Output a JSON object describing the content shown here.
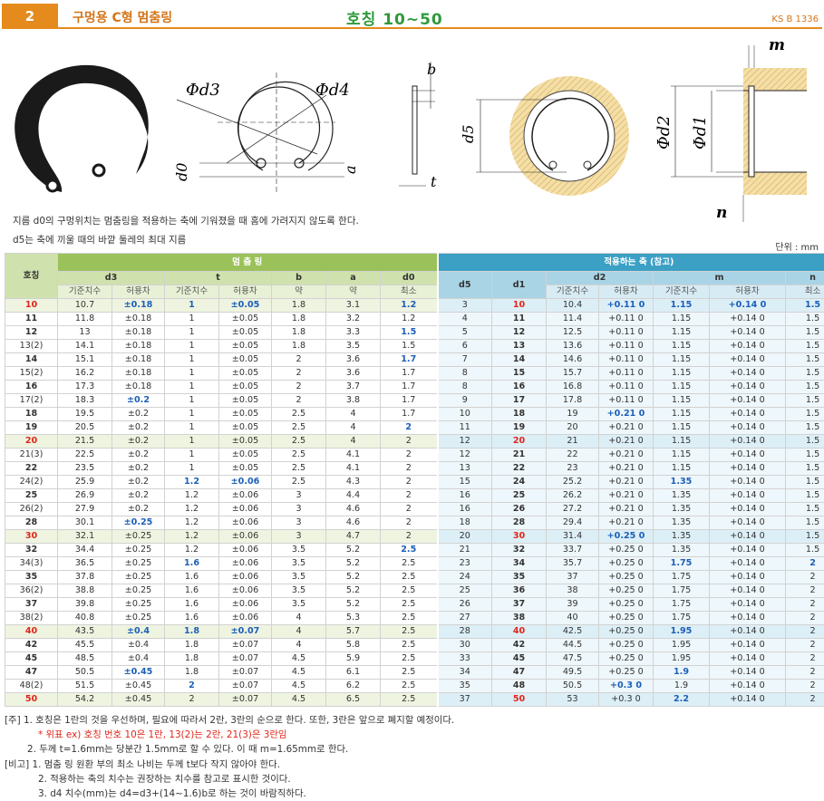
{
  "header": {
    "number": "2",
    "title": "구멍용 C형 멈춤링",
    "subtitle": "호칭 10~50",
    "standard": "KS B 1336"
  },
  "figure_labels": {
    "d3": "Φd3",
    "d4": "Φd4",
    "d0": "d0",
    "a": "a",
    "b": "b",
    "t": "t",
    "d5": "d5",
    "d2": "Φd2",
    "d1": "Φd1",
    "m": "m",
    "n": "n"
  },
  "captions": [
    "지름 d0의 구멍위치는 멈춤링을 적용하는 축에 기워졌을 때 홈에 가려지지 않도록 한다.",
    "d5는 축에 끼울 때의 바깥 둘레의 최대 지름"
  ],
  "unit": "단위 : mm",
  "table": {
    "h_nominal": "호칭",
    "h_ring": "멈 춤 링",
    "h_shaft": "적용하는 축 (참고)",
    "h_d3": "d3",
    "h_t": "t",
    "h_b": "b",
    "h_a": "a",
    "h_d0": "d0",
    "h_d5": "d5",
    "h_d1": "d1",
    "h_d2": "d2",
    "h_m": "m",
    "h_n": "n",
    "s_base": "기준치수",
    "s_tol": "허용차",
    "s_approx": "약",
    "s_min": "최소"
  },
  "rows": [
    [
      "10",
      "10.7",
      "±0.18",
      "1",
      "±0.05",
      "1.8",
      "3.1",
      "1.2",
      "3",
      "10",
      "10.4",
      "+0.11  0",
      "1.15",
      "+0.14  0",
      "1.5"
    ],
    [
      "11",
      "11.8",
      "±0.18",
      "1",
      "±0.05",
      "1.8",
      "3.2",
      "1.2",
      "4",
      "11",
      "11.4",
      "+0.11  0",
      "1.15",
      "+0.14  0",
      "1.5"
    ],
    [
      "12",
      "13",
      "±0.18",
      "1",
      "±0.05",
      "1.8",
      "3.3",
      "1.5",
      "5",
      "12",
      "12.5",
      "+0.11  0",
      "1.15",
      "+0.14  0",
      "1.5"
    ],
    [
      "13(2)",
      "14.1",
      "±0.18",
      "1",
      "±0.05",
      "1.8",
      "3.5",
      "1.5",
      "6",
      "13",
      "13.6",
      "+0.11  0",
      "1.15",
      "+0.14  0",
      "1.5"
    ],
    [
      "14",
      "15.1",
      "±0.18",
      "1",
      "±0.05",
      "2",
      "3.6",
      "1.7",
      "7",
      "14",
      "14.6",
      "+0.11  0",
      "1.15",
      "+0.14  0",
      "1.5"
    ],
    [
      "15(2)",
      "16.2",
      "±0.18",
      "1",
      "±0.05",
      "2",
      "3.6",
      "1.7",
      "8",
      "15",
      "15.7",
      "+0.11  0",
      "1.15",
      "+0.14  0",
      "1.5"
    ],
    [
      "16",
      "17.3",
      "±0.18",
      "1",
      "±0.05",
      "2",
      "3.7",
      "1.7",
      "8",
      "16",
      "16.8",
      "+0.11  0",
      "1.15",
      "+0.14  0",
      "1.5"
    ],
    [
      "17(2)",
      "18.3",
      "±0.2",
      "1",
      "±0.05",
      "2",
      "3.8",
      "1.7",
      "9",
      "17",
      "17.8",
      "+0.11  0",
      "1.15",
      "+0.14  0",
      "1.5"
    ],
    [
      "18",
      "19.5",
      "±0.2",
      "1",
      "±0.05",
      "2.5",
      "4",
      "1.7",
      "10",
      "18",
      "19",
      "+0.21  0",
      "1.15",
      "+0.14  0",
      "1.5"
    ],
    [
      "19",
      "20.5",
      "±0.2",
      "1",
      "±0.05",
      "2.5",
      "4",
      "2",
      "11",
      "19",
      "20",
      "+0.21  0",
      "1.15",
      "+0.14  0",
      "1.5"
    ],
    [
      "20",
      "21.5",
      "±0.2",
      "1",
      "±0.05",
      "2.5",
      "4",
      "2",
      "12",
      "20",
      "21",
      "+0.21  0",
      "1.15",
      "+0.14  0",
      "1.5"
    ],
    [
      "21(3)",
      "22.5",
      "±0.2",
      "1",
      "±0.05",
      "2.5",
      "4.1",
      "2",
      "12",
      "21",
      "22",
      "+0.21  0",
      "1.15",
      "+0.14  0",
      "1.5"
    ],
    [
      "22",
      "23.5",
      "±0.2",
      "1",
      "±0.05",
      "2.5",
      "4.1",
      "2",
      "13",
      "22",
      "23",
      "+0.21  0",
      "1.15",
      "+0.14  0",
      "1.5"
    ],
    [
      "24(2)",
      "25.9",
      "±0.2",
      "1.2",
      "±0.06",
      "2.5",
      "4.3",
      "2",
      "15",
      "24",
      "25.2",
      "+0.21  0",
      "1.35",
      "+0.14  0",
      "1.5"
    ],
    [
      "25",
      "26.9",
      "±0.2",
      "1.2",
      "±0.06",
      "3",
      "4.4",
      "2",
      "16",
      "25",
      "26.2",
      "+0.21  0",
      "1.35",
      "+0.14  0",
      "1.5"
    ],
    [
      "26(2)",
      "27.9",
      "±0.2",
      "1.2",
      "±0.06",
      "3",
      "4.6",
      "2",
      "16",
      "26",
      "27.2",
      "+0.21  0",
      "1.35",
      "+0.14  0",
      "1.5"
    ],
    [
      "28",
      "30.1",
      "±0.25",
      "1.2",
      "±0.06",
      "3",
      "4.6",
      "2",
      "18",
      "28",
      "29.4",
      "+0.21  0",
      "1.35",
      "+0.14  0",
      "1.5"
    ],
    [
      "30",
      "32.1",
      "±0.25",
      "1.2",
      "±0.06",
      "3",
      "4.7",
      "2",
      "20",
      "30",
      "31.4",
      "+0.25  0",
      "1.35",
      "+0.14  0",
      "1.5"
    ],
    [
      "32",
      "34.4",
      "±0.25",
      "1.2",
      "±0.06",
      "3.5",
      "5.2",
      "2.5",
      "21",
      "32",
      "33.7",
      "+0.25  0",
      "1.35",
      "+0.14  0",
      "1.5"
    ],
    [
      "34(3)",
      "36.5",
      "±0.25",
      "1.6",
      "±0.06",
      "3.5",
      "5.2",
      "2.5",
      "23",
      "34",
      "35.7",
      "+0.25  0",
      "1.75",
      "+0.14  0",
      "2"
    ],
    [
      "35",
      "37.8",
      "±0.25",
      "1.6",
      "±0.06",
      "3.5",
      "5.2",
      "2.5",
      "24",
      "35",
      "37",
      "+0.25  0",
      "1.75",
      "+0.14  0",
      "2"
    ],
    [
      "36(2)",
      "38.8",
      "±0.25",
      "1.6",
      "±0.06",
      "3.5",
      "5.2",
      "2.5",
      "25",
      "36",
      "38",
      "+0.25  0",
      "1.75",
      "+0.14  0",
      "2"
    ],
    [
      "37",
      "39.8",
      "±0.25",
      "1.6",
      "±0.06",
      "3.5",
      "5.2",
      "2.5",
      "26",
      "37",
      "39",
      "+0.25  0",
      "1.75",
      "+0.14  0",
      "2"
    ],
    [
      "38(2)",
      "40.8",
      "±0.25",
      "1.6",
      "±0.06",
      "4",
      "5.3",
      "2.5",
      "27",
      "38",
      "40",
      "+0.25  0",
      "1.75",
      "+0.14  0",
      "2"
    ],
    [
      "40",
      "43.5",
      "±0.4",
      "1.8",
      "±0.07",
      "4",
      "5.7",
      "2.5",
      "28",
      "40",
      "42.5",
      "+0.25  0",
      "1.95",
      "+0.14  0",
      "2"
    ],
    [
      "42",
      "45.5",
      "±0.4",
      "1.8",
      "±0.07",
      "4",
      "5.8",
      "2.5",
      "30",
      "42",
      "44.5",
      "+0.25  0",
      "1.95",
      "+0.14  0",
      "2"
    ],
    [
      "45",
      "48.5",
      "±0.4",
      "1.8",
      "±0.07",
      "4.5",
      "5.9",
      "2.5",
      "33",
      "45",
      "47.5",
      "+0.25  0",
      "1.95",
      "+0.14  0",
      "2"
    ],
    [
      "47",
      "50.5",
      "±0.45",
      "1.8",
      "±0.07",
      "4.5",
      "6.1",
      "2.5",
      "34",
      "47",
      "49.5",
      "+0.25  0",
      "1.9",
      "+0.14  0",
      "2"
    ],
    [
      "48(2)",
      "51.5",
      "±0.45",
      "2",
      "±0.07",
      "4.5",
      "6.2",
      "2.5",
      "35",
      "48",
      "50.5",
      "+0.3  0",
      "1.9",
      "+0.14  0",
      "2"
    ],
    [
      "50",
      "54.2",
      "±0.45",
      "2",
      "±0.07",
      "4.5",
      "6.5",
      "2.5",
      "37",
      "50",
      "53",
      "+0.3  0",
      "2.2",
      "+0.14  0",
      "2"
    ]
  ],
  "notes": [
    "[주] 1. 호칭은 1란의 것을 우선하며, 필요에 따라서 2란, 3란의 순으로 한다. 또한, 3란은 앞으로 폐지할 예정이다.",
    "* 위표 ex) 호칭 번호 10은 1란, 13(2)는 2란, 21(3)은 3란임",
    "2. 두께 t=1.6mm는 당분간 1.5mm로 할 수 있다. 이 때 m=1.65mm로 한다.",
    "[비고] 1. 멈춤 링 원환 부의 최소 나비는 두께 t보다 작지 않아야 한다.",
    "2. 적용하는 축의 치수는 권장하는 치수를 참고로 표시한 것이다.",
    "3. d4 치수(mm)는 d4=d3+(14~1.6)b로 하는 것이 바람직하다."
  ],
  "colors": {
    "accent_orange": "#e58a1c",
    "title_green": "#2e9a3c",
    "left_header_green": "#9bc25a",
    "right_header_blue": "#3ba0c4",
    "highlight_blue": "#1c5fb8",
    "highlight_red": "#e0261b"
  }
}
